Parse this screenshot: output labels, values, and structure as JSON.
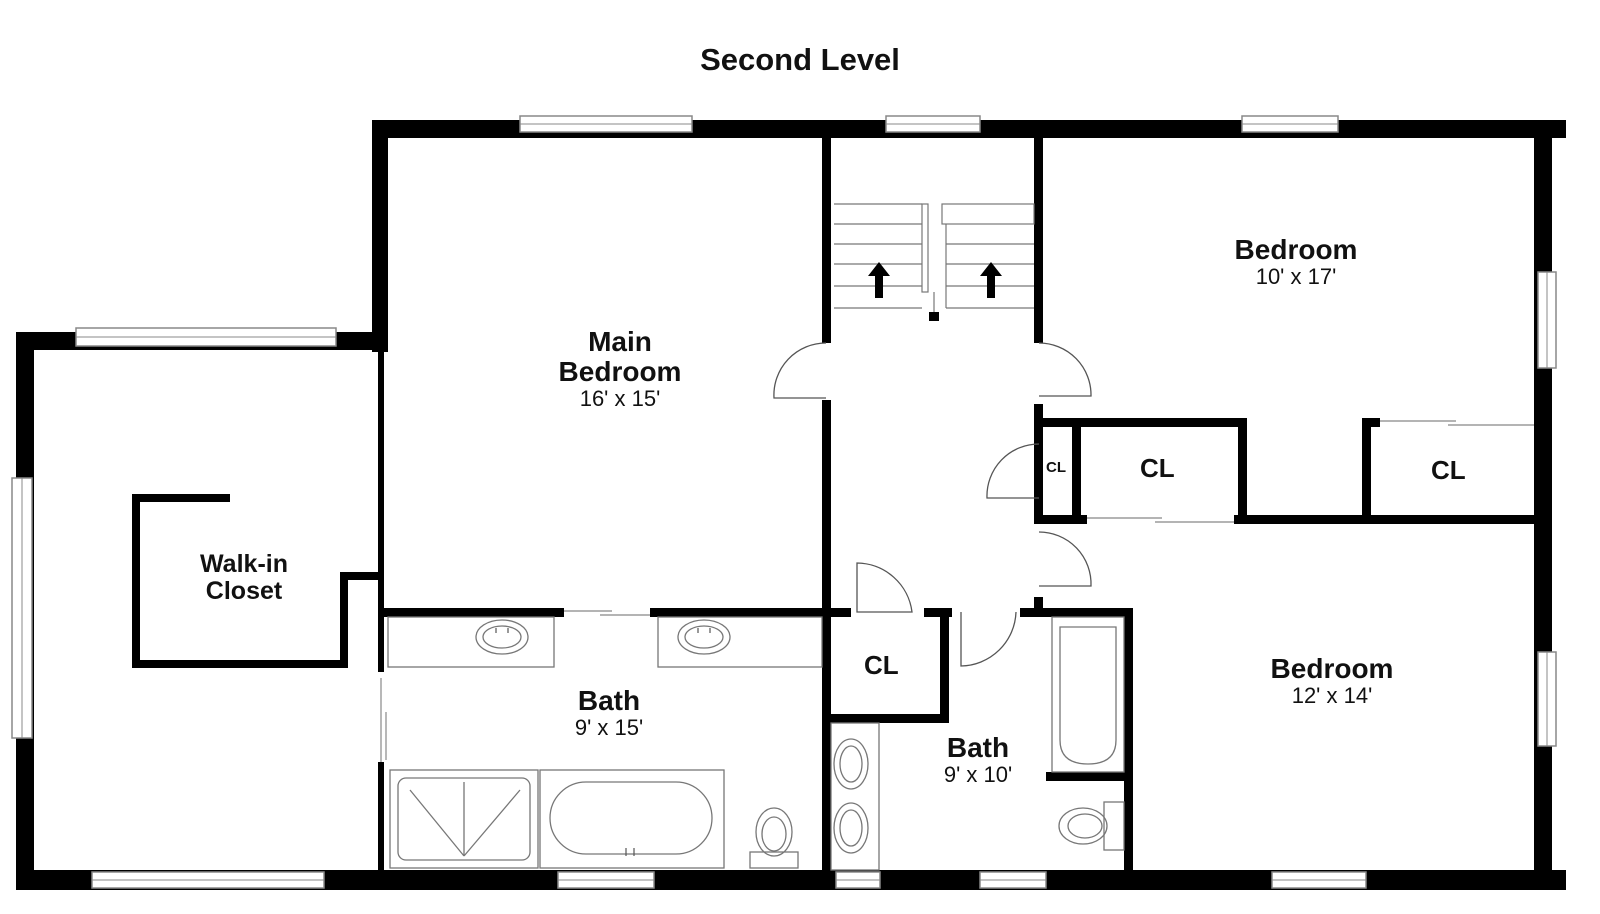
{
  "title": "Second Level",
  "rooms": {
    "main_bedroom": {
      "name_line1": "Main",
      "name_line2": "Bedroom",
      "dims": "16' x 15'"
    },
    "bedroom_ne": {
      "name": "Bedroom",
      "dims": "10' x 17'"
    },
    "bedroom_se": {
      "name": "Bedroom",
      "dims": "12' x 14'"
    },
    "main_bath": {
      "name": "Bath",
      "dims": "9' x 15'"
    },
    "hall_bath": {
      "name": "Bath",
      "dims": "9' x 10'"
    },
    "walk_in": {
      "name_line1": "Walk-in",
      "name_line2": "Closet"
    }
  },
  "closets": {
    "cl_small": "CL",
    "cl_hall": "CL",
    "cl_ne_bed": "CL",
    "cl_lower": "CL"
  },
  "icons": [
    "stair-up-arrow-icon",
    "door-swing-icon",
    "window-icon",
    "sink-icon",
    "toilet-icon",
    "bathtub-icon",
    "shower-icon"
  ]
}
